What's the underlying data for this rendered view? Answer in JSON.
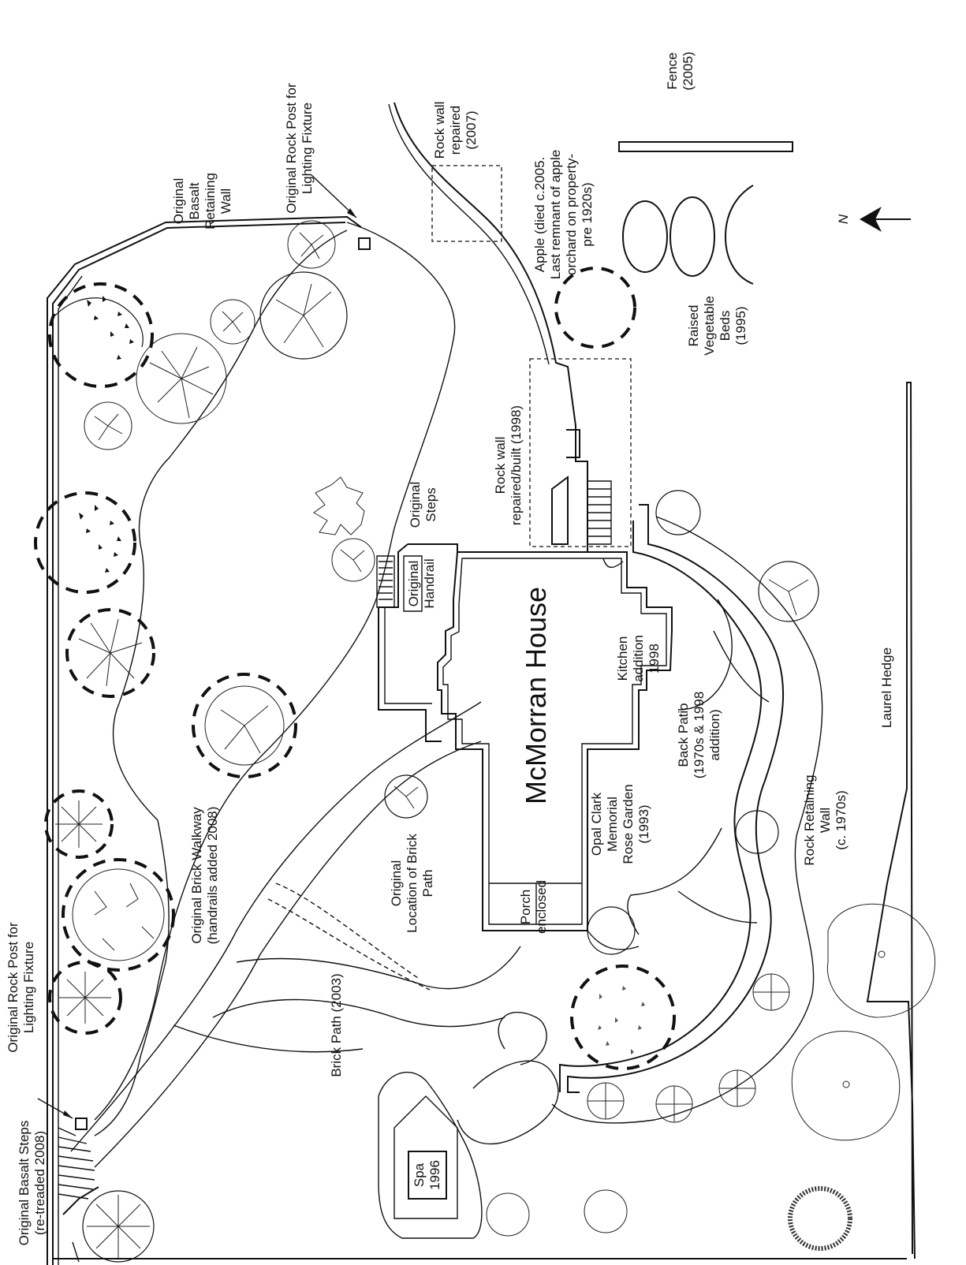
{
  "labels": {
    "rock_post_top": [
      "Original Rock Post for",
      "Lighting Fixture"
    ],
    "basalt_wall": [
      "Original",
      "Basalt",
      "Retaining",
      "Wall"
    ],
    "rock_wall_2007": [
      "Rock wall",
      "repaired",
      "(2007)"
    ],
    "apple": [
      "Apple (died c.2005.",
      "Last remnant of apple",
      "orchard on property-",
      "pre 1920s)"
    ],
    "fence": [
      "Fence",
      "(2005)"
    ],
    "raised_beds": [
      "Raised",
      "Vegetable",
      "Beds",
      "(1995)"
    ],
    "north": "N",
    "rock_wall_1998": [
      "Rock wall",
      "repaired/built (1998)"
    ],
    "original_steps": [
      "Original",
      "Steps"
    ],
    "original_handrail": [
      "Original",
      "Handrail"
    ],
    "house": "McMorran House",
    "kitchen": [
      "Kitchen",
      "addition",
      "1998"
    ],
    "back_patio": [
      "Back Patio",
      "(1970s & 1998",
      "addition)"
    ],
    "laurel_hedge": "Laurel Hedge",
    "rose_garden": [
      "Opal Clark",
      "Memorial",
      "Rose Garden",
      "(1993)"
    ],
    "rock_retaining_wall": [
      "Rock Retaining",
      "Wall",
      "(c. 1970s)"
    ],
    "orig_brick_path": [
      "Original",
      "Location of Brick",
      "Path"
    ],
    "porch": [
      "Porch",
      "enclosed"
    ],
    "brick_walkway": [
      "Original Brick Walkway",
      "(handrails added 2008)"
    ],
    "brick_path_2003": "Brick Path (2003)",
    "spa": [
      "Spa",
      "1996"
    ],
    "rock_post_bottom": [
      "Original Rock Post for",
      "Lighting Fixture"
    ],
    "basalt_steps": [
      "Original Basalt Steps",
      "(re-treaded 2008)"
    ]
  }
}
